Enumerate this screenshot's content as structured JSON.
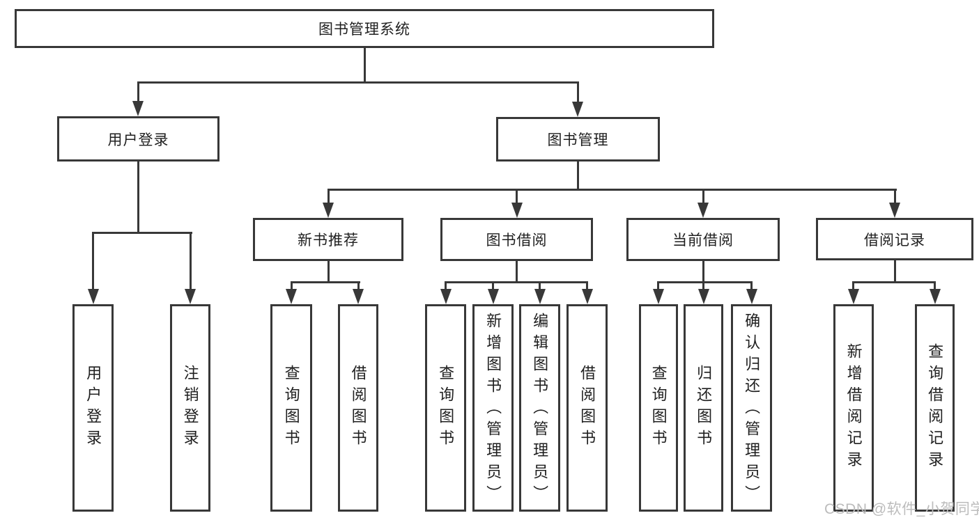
{
  "diagram": {
    "root": {
      "label": "图书管理系统"
    },
    "level2": [
      {
        "label": "用户登录"
      },
      {
        "label": "图书管理"
      }
    ],
    "level3": [
      {
        "label": "新书推荐"
      },
      {
        "label": "图书借阅"
      },
      {
        "label": "当前借阅"
      },
      {
        "label": "借阅记录"
      }
    ],
    "leaves": {
      "login": [
        "用户登录",
        "注销登录"
      ],
      "recommend": [
        "查询图书",
        "借阅图书"
      ],
      "borrow": [
        "查询图书",
        "新增图书（管理员）",
        "编辑图书（管理员）",
        "借阅图书"
      ],
      "current": [
        "查询图书",
        "归还图书",
        "确认归还（管理员）"
      ],
      "records": [
        "新增借阅记录",
        "查询借阅记录"
      ]
    },
    "colors": {
      "line": "#383838",
      "text": "#1f1f1f",
      "background": "#ffffff",
      "watermark": "#bcbcbc"
    },
    "watermark": "CSDN @软件_小贺同学"
  }
}
